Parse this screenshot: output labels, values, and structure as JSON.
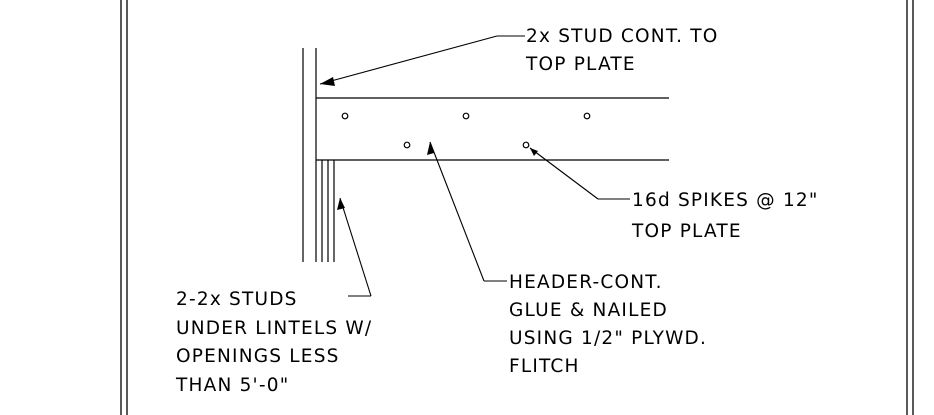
{
  "labels": {
    "stud_cont": [
      "2x STUD CONT. TO",
      "TOP PLATE"
    ],
    "spikes": [
      "16d SPIKES @ 12\"",
      "TOP PLATE"
    ],
    "header": [
      "HEADER-CONT.",
      "GLUE & NAILED",
      "USING 1/2\" PLYWD.",
      "FLITCH"
    ],
    "studs": [
      "2-2x STUDS",
      "UNDER LINTELS W/",
      "OPENINGS LESS",
      "THAN 5'-0\""
    ]
  },
  "colors": {
    "line": "#000000",
    "background": "#ffffff"
  }
}
